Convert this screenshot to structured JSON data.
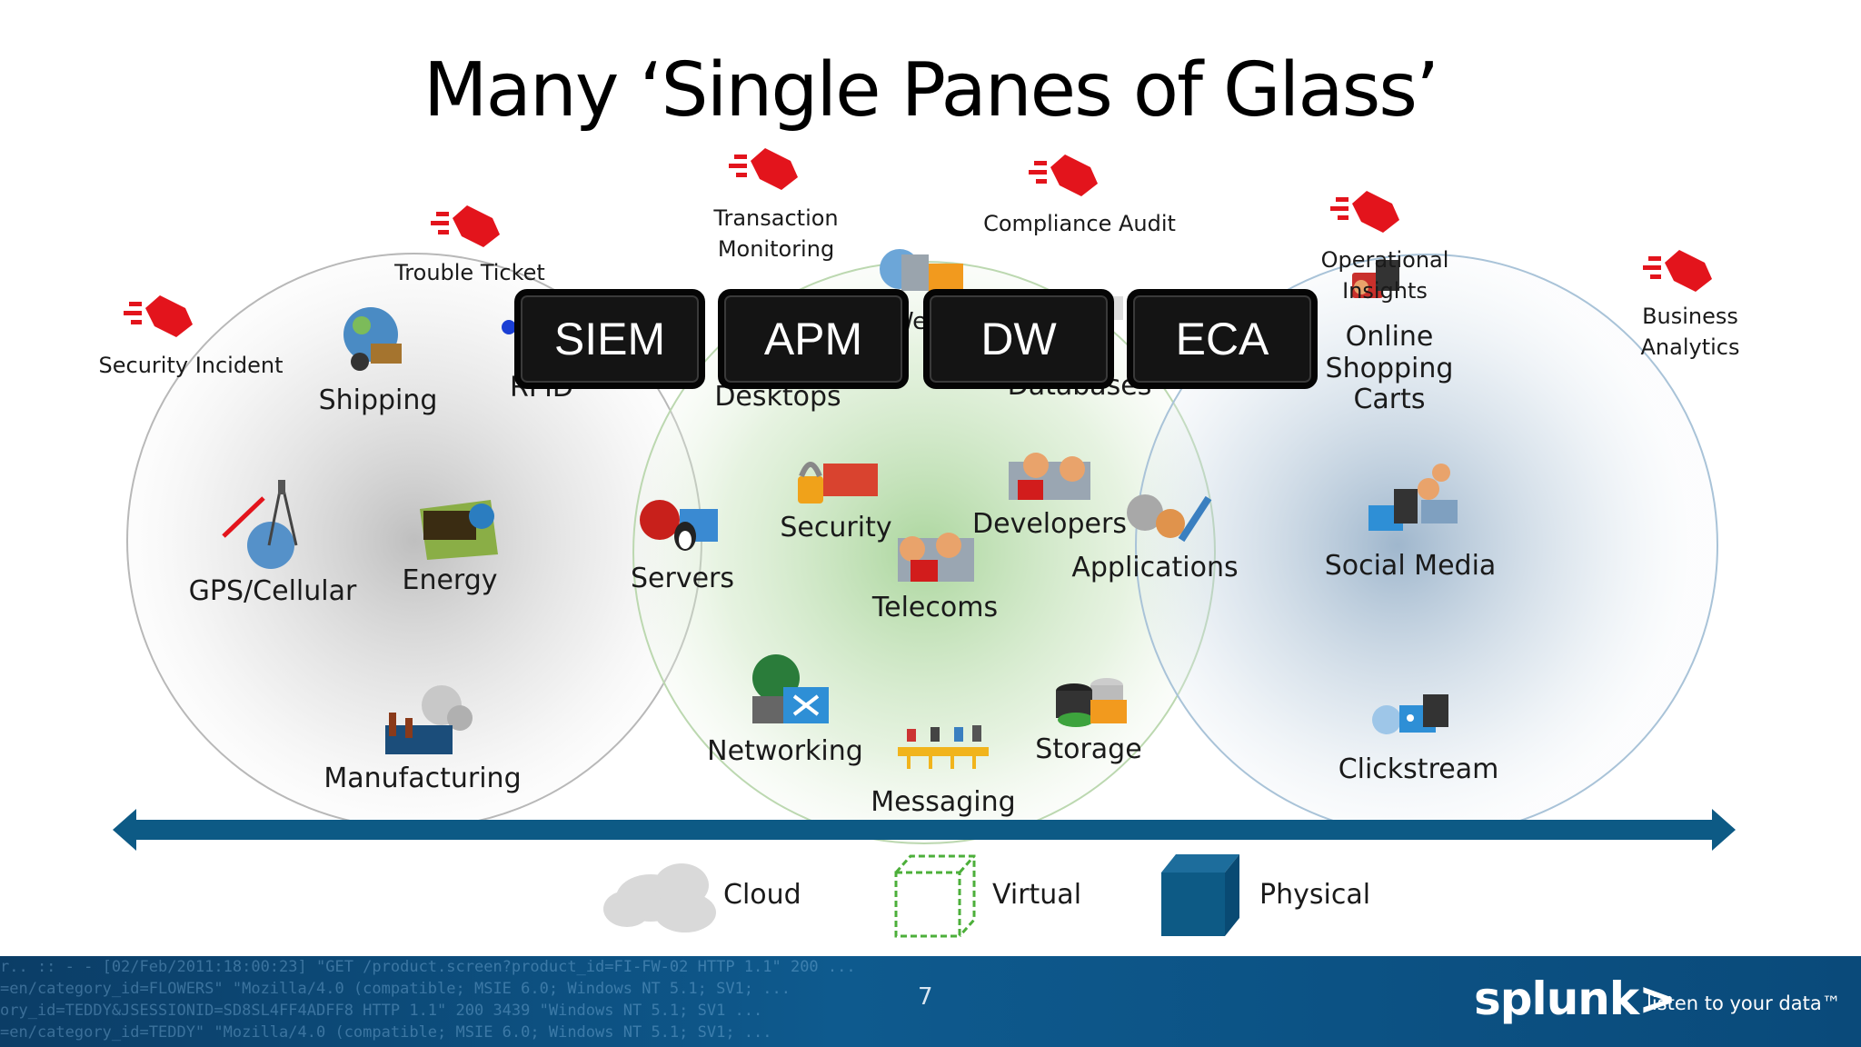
{
  "title": "Many ‘Single Panes of Glass’",
  "tags": [
    {
      "id": "security-incident",
      "label": "Security Incident"
    },
    {
      "id": "trouble-ticket",
      "label": "Trouble Ticket"
    },
    {
      "id": "transaction-monitoring",
      "label": "Transaction\nMonitoring"
    },
    {
      "id": "compliance-audit",
      "label": "Compliance Audit"
    },
    {
      "id": "operational-insights",
      "label": "Operational\nInsights"
    },
    {
      "id": "business-analytics",
      "label": "Business\nAnalytics"
    }
  ],
  "panes": [
    "SIEM",
    "APM",
    "DW",
    "ECA"
  ],
  "physical_items": [
    "Shipping",
    "RFID",
    "GPS/Cellular",
    "Energy",
    "Manufacturing"
  ],
  "virtual_items": [
    "Desktops",
    "Servers",
    "Security",
    "Developers",
    "Telecoms",
    "Applications",
    "Networking",
    "Messaging",
    "Storage",
    "Databases",
    "Web Services"
  ],
  "cloud_items": [
    "Online\nShopping\nCarts",
    "Social Media",
    "Clickstream"
  ],
  "legend": {
    "cloud": "Cloud",
    "virtual": "Virtual",
    "physical": "Physical"
  },
  "footer": {
    "page_number": "7",
    "logo": "splunk>",
    "tagline": "listen to your data™",
    "log_lines": [
      "r.. :: - - [02/Feb/2011:18:00:23] \"GET /product.screen?product_id=FI-FW-02 HTTP 1.1\" 200 ...",
      "=en/category_id=FLOWERS\" \"Mozilla/4.0 (compatible; MSIE 6.0; Windows NT 5.1; SV1; ...",
      "ory_id=TEDDY&JSESSIONID=SD8SL4FF4ADFF8 HTTP 1.1\" 200 3439 \"Windows NT 5.1; SV1 ...",
      "=en/category_id=TEDDY\" \"Mozilla/4.0 (compatible; MSIE 6.0; Windows NT 5.1; SV1; ..."
    ]
  },
  "colors": {
    "tag": "#e3141c",
    "arrow": "#0d5a85",
    "physical_cube": "#0d5a85",
    "virtual_cube": "#4caf3a",
    "footer": "#0e5a8e"
  }
}
